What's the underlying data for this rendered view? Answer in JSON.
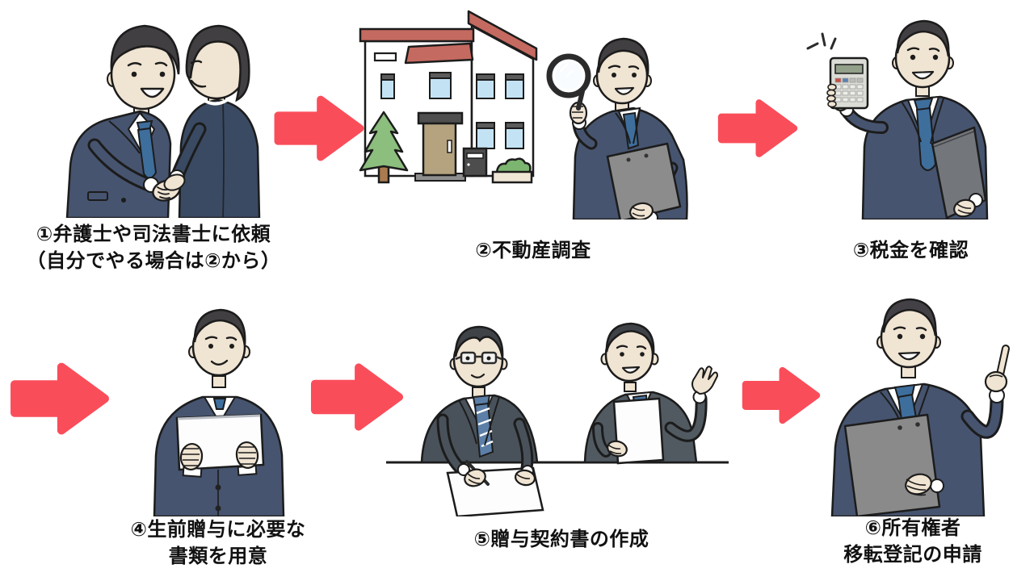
{
  "diagram": {
    "background_color": "#FFFFFF",
    "text_color": "#111111",
    "palette": {
      "arrow": "#FA4D5A",
      "suit_navy": "#46546F",
      "suit_navy_dark": "#3A4A63",
      "suit_gray": "#49525A",
      "skin": "#F0E4D2",
      "hair": "#413F41",
      "tie_blue": "#3E6E9C",
      "roof_terracotta": "#C56A60",
      "window_blue": "#C3E3F5",
      "clipboard_gray": "#8A8A8A"
    },
    "steps": [
      {
        "illustration": "businessmen-handshake-illustration",
        "label_lines": [
          "①弁護士や司法書士に依頼",
          "（自分でやる場合は②から）"
        ]
      },
      {
        "illustration": "house-and-surveyor-with-magnifying-glass-illustration",
        "label_lines": [
          "②不動産調査"
        ]
      },
      {
        "illustration": "man-holding-calculator-illustration",
        "label_lines": [
          "③税金を確認"
        ]
      },
      {
        "illustration": "man-holding-document-illustration",
        "label_lines": [
          "④生前贈与に必要な",
          "書類を用意"
        ]
      },
      {
        "illustration": "two-men-signing-contract-illustration",
        "label_lines": [
          "⑤贈与契約書の作成"
        ]
      },
      {
        "illustration": "man-with-clipboard-pointing-up-illustration",
        "label_lines": [
          "⑥所有権者",
          "移転登記の申請"
        ]
      }
    ]
  }
}
